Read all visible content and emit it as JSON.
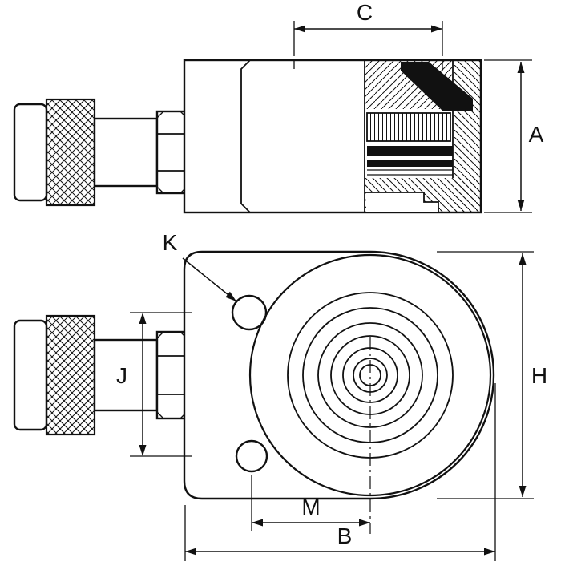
{
  "drawing": {
    "dimensions": {
      "A": "A",
      "B": "B",
      "C": "C",
      "H": "H",
      "J": "J",
      "K": "K",
      "M": "M"
    },
    "colors": {
      "line": "#111111",
      "background": "#ffffff"
    }
  }
}
